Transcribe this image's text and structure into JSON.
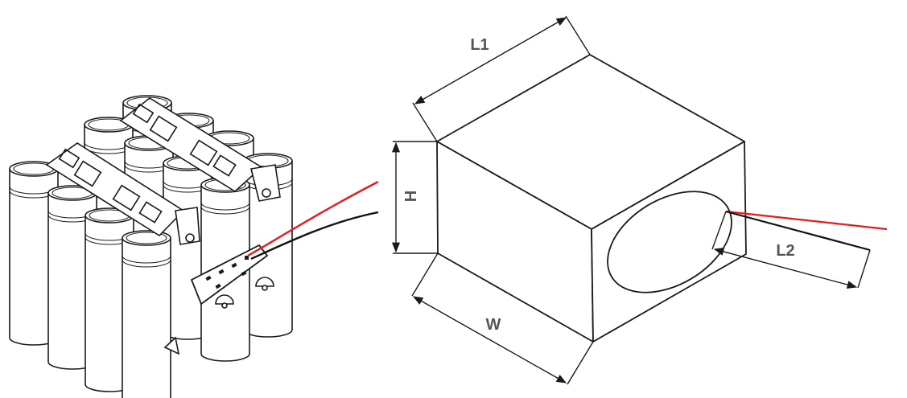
{
  "diagram": {
    "battery_pack": {
      "cell_count": 12,
      "description_shown": false
    },
    "box": {
      "labels": {
        "l1": "L1",
        "h": "H",
        "w": "W",
        "l2": "L2"
      }
    },
    "colors": {
      "line": "#1a1a1a",
      "dimension_text": "#555555",
      "wire_red": "#e81a1a",
      "wire_black": "#111111",
      "background": "#ffffff"
    }
  }
}
